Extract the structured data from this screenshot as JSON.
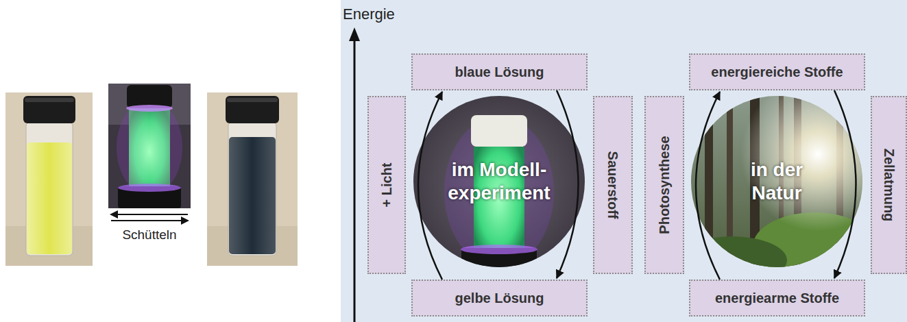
{
  "diagram": {
    "nodes": [
      {
        "text": [
          "blaue Lösung"
        ]
      },
      {
        "text": [
          "energiereiche Stoffe"
        ]
      },
      {
        "text": [
          "+ Licht"
        ]
      },
      {
        "text": [
          "im Modell- experiment"
        ]
      },
      {
        "text": [
          "Sauerstoff"
        ]
      },
      {
        "text": [
          "Photosynthese"
        ]
      },
      {
        "text": [
          "in der Natur"
        ]
      },
      {
        "text": [
          "Zellatmung"
        ]
      },
      {
        "text": [
          "gelbe Lösung"
        ]
      },
      {
        "text": [
          "energiearme Stoffe"
        ]
      }
    ],
    "edges": [
      {
        "from": 8,
        "to": 0,
        "arrow": "to"
      },
      {
        "from": 0,
        "to": 8,
        "arrow": "to"
      },
      {
        "from": 9,
        "to": 1,
        "arrow": "to"
      },
      {
        "from": 1,
        "to": 9,
        "arrow": "to"
      }
    ],
    "labels": [
      "Energie",
      "Schütteln"
    ]
  }
}
